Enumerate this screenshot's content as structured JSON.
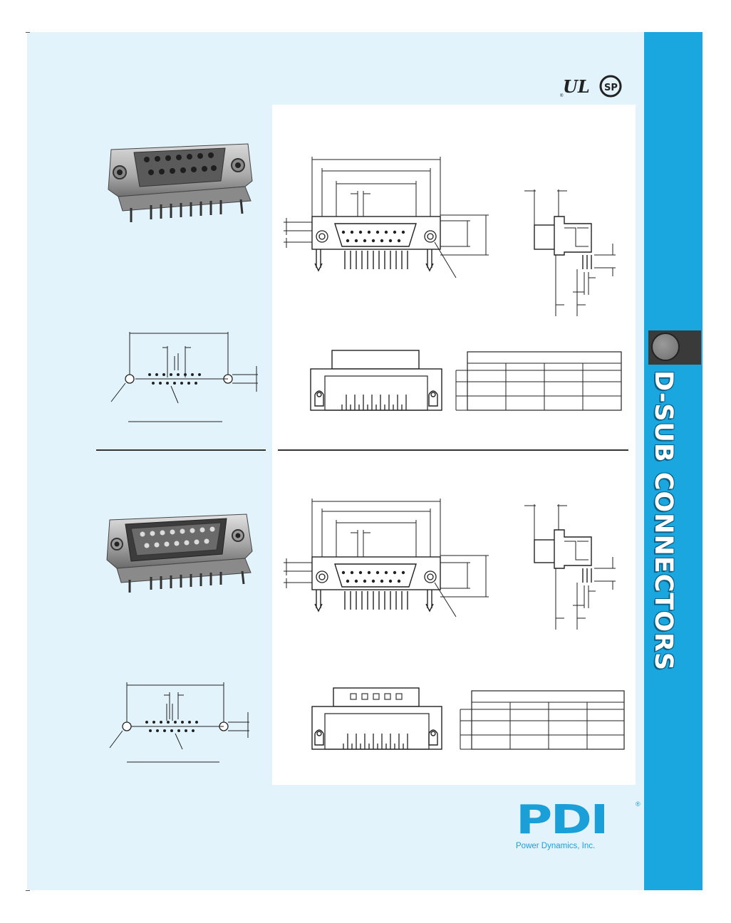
{
  "sidebar": {
    "section_title": "D-SUB CONNECTORS"
  },
  "logo": {
    "wordmark": "PDI",
    "registered": "®",
    "company": "Power Dynamics, Inc."
  },
  "certifications": {
    "ul": "UL",
    "ul_registered": "®",
    "csa": "SP"
  },
  "colors": {
    "page_background": "#e3f3fb",
    "sidebar": "#1aa7df",
    "brand": "#1a9fd8"
  },
  "connectors": [
    {
      "gender": "female",
      "photo": "15-position right-angle female D-sub connector"
    },
    {
      "gender": "male",
      "photo": "15-position right-angle male D-sub connector"
    }
  ]
}
